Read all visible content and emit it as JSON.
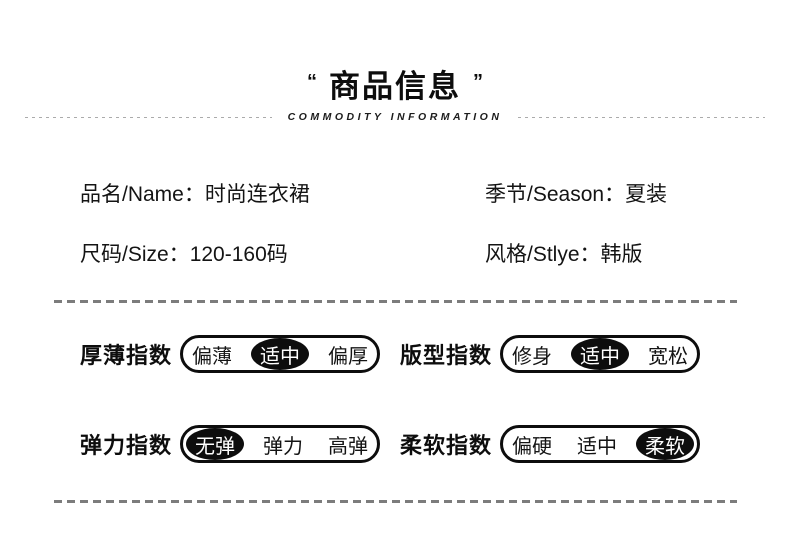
{
  "header": {
    "quote_left": "“",
    "title": "商品信息",
    "quote_right": "”",
    "subtitle": "COMMODITY INFORMATION"
  },
  "fields": [
    {
      "label": "品名/Name：",
      "value": "时尚连衣裙"
    },
    {
      "label": "季节/Season：",
      "value": "夏装"
    },
    {
      "label": "尺码/Size：",
      "value": "120-160码"
    },
    {
      "label": "风格/Stlye：",
      "value": "韩版"
    }
  ],
  "indexes": [
    {
      "label": "厚薄指数",
      "options": [
        "偏薄",
        "适中",
        "偏厚"
      ],
      "selected": 1
    },
    {
      "label": "版型指数",
      "options": [
        "修身",
        "适中",
        "宽松"
      ],
      "selected": 1
    },
    {
      "label": "弹力指数",
      "options": [
        "无弹",
        "弹力",
        "高弹"
      ],
      "selected": 0
    },
    {
      "label": "柔软指数",
      "options": [
        "偏硬",
        "适中",
        "柔软"
      ],
      "selected": 2
    }
  ],
  "colors": {
    "text": "#111111",
    "selected_bg": "#0d0d0d",
    "selected_text": "#ffffff",
    "divider_dash": "#7c7c7c",
    "header_dash": "#ababab",
    "background": "#ffffff"
  }
}
